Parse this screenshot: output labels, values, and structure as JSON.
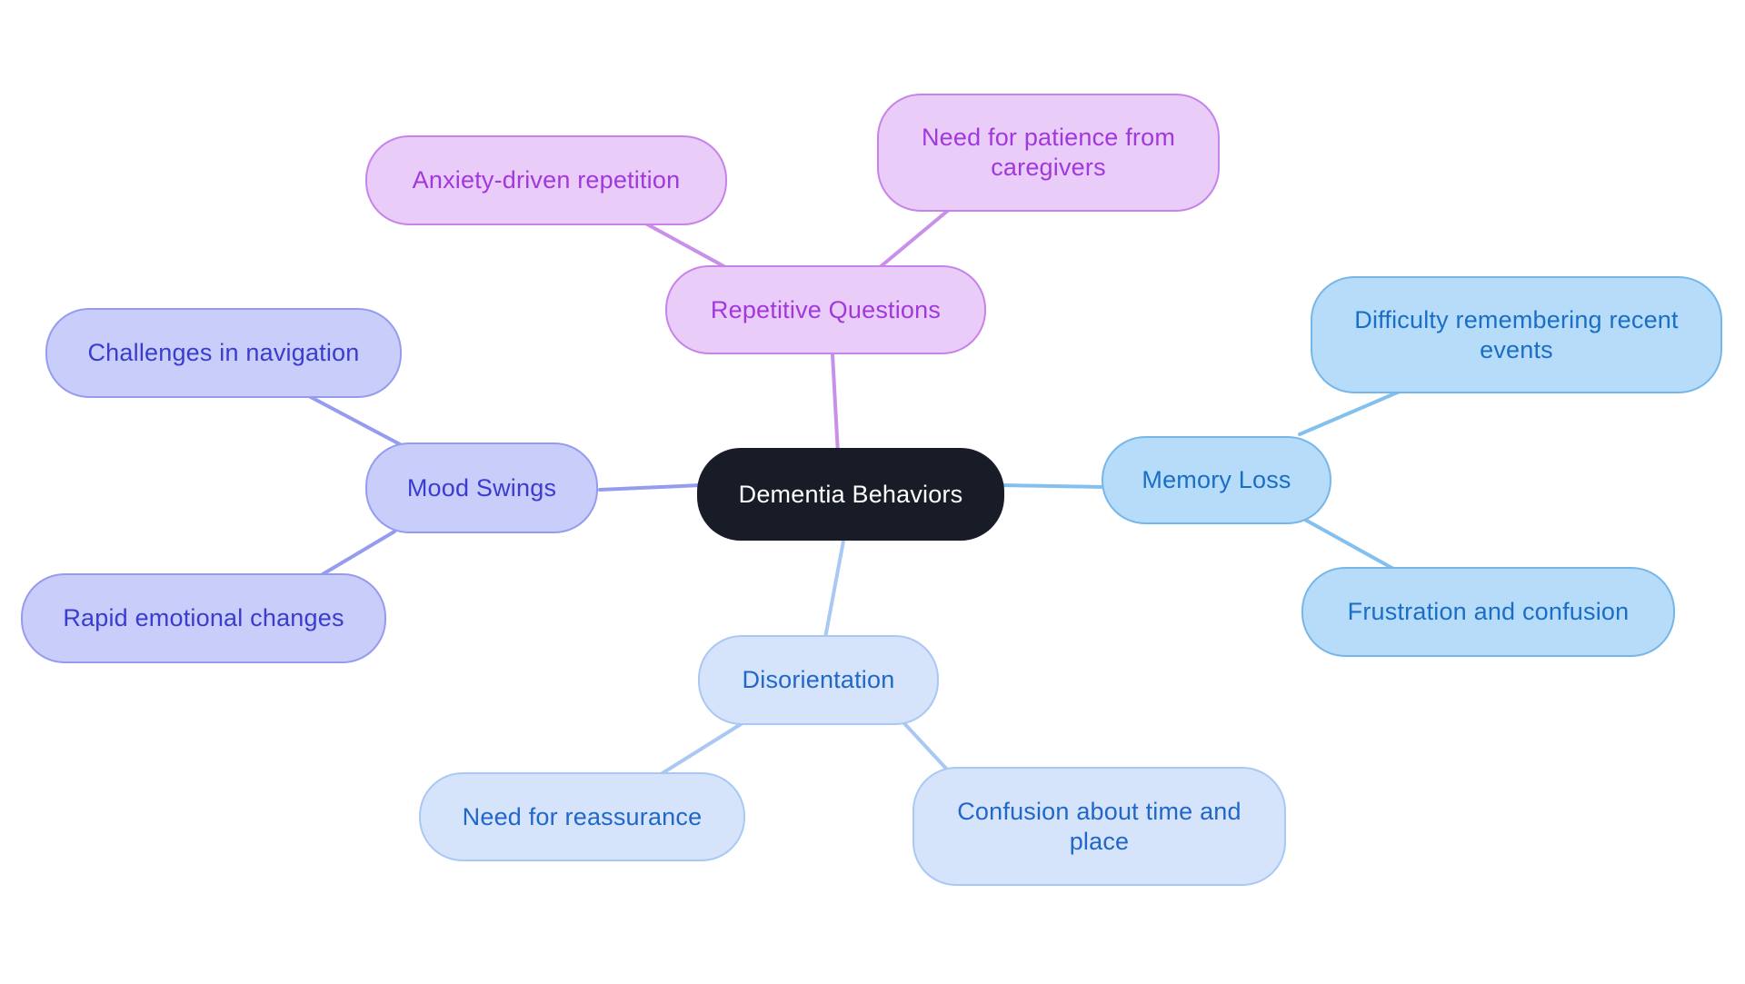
{
  "diagram": {
    "background": "#ffffff",
    "center": {
      "label": "Dementia Behaviors",
      "fill": "#171c26",
      "text_color": "#ffffff"
    },
    "branches": [
      {
        "id": "repetitive-questions",
        "label": "Repetitive Questions",
        "fill": "#eaccf9",
        "border": "#c783e9",
        "text_color": "#a138dd",
        "edge_color": "#c88feb",
        "children": [
          {
            "label": "Anxiety-driven repetition"
          },
          {
            "label": "Need for patience from caregivers"
          }
        ]
      },
      {
        "id": "memory-loss",
        "label": "Memory Loss",
        "fill": "#b6dcfa",
        "border": "#76b7ea",
        "text_color": "#1b6ec5",
        "edge_color": "#83c0ee",
        "children": [
          {
            "label": "Difficulty remembering recent events"
          },
          {
            "label": "Frustration and confusion"
          }
        ]
      },
      {
        "id": "mood-swings",
        "label": "Mood Swings",
        "fill": "#c9cdfa",
        "border": "#959cf0",
        "text_color": "#3a3ccd",
        "edge_color": "#959cef",
        "children": [
          {
            "label": "Challenges in navigation"
          },
          {
            "label": "Rapid emotional changes"
          }
        ]
      },
      {
        "id": "disorientation",
        "label": "Disorientation",
        "fill": "#d6e4fb",
        "border": "#a9c8f4",
        "text_color": "#2067c8",
        "edge_color": "#a9c8f3",
        "children": [
          {
            "label": "Need for reassurance"
          },
          {
            "label": "Confusion about time and place"
          }
        ]
      }
    ]
  }
}
